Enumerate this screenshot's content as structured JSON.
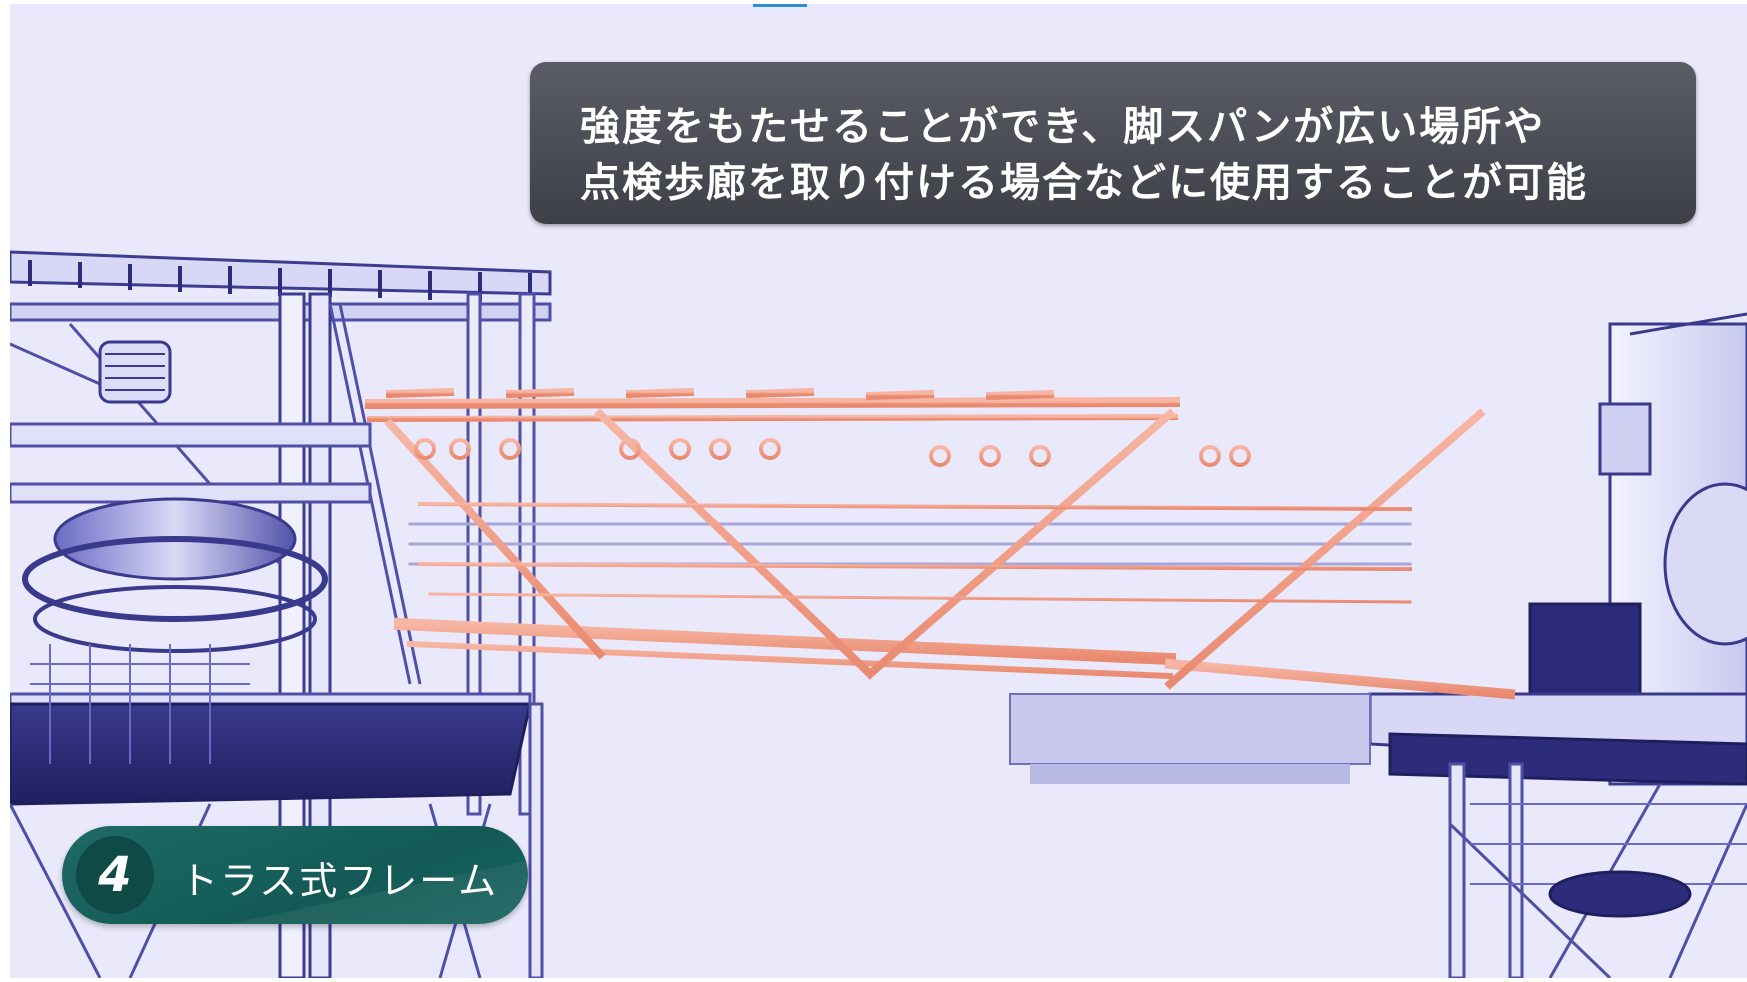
{
  "caption": {
    "line1": "強度をもたせることができ、脚スパンが広い場所や",
    "line2": "点検歩廊を取り付ける場合などに使用することが可能"
  },
  "badge": {
    "number": "4",
    "label": "トラス式フレーム"
  },
  "colors": {
    "background": "#e9e9fb",
    "structure_line": "#5a5ab0",
    "structure_dark": "#2c2c7a",
    "truss_highlight": "#f2a089",
    "caption_bg": "#44464e",
    "badge_bg": "#1a6460"
  }
}
